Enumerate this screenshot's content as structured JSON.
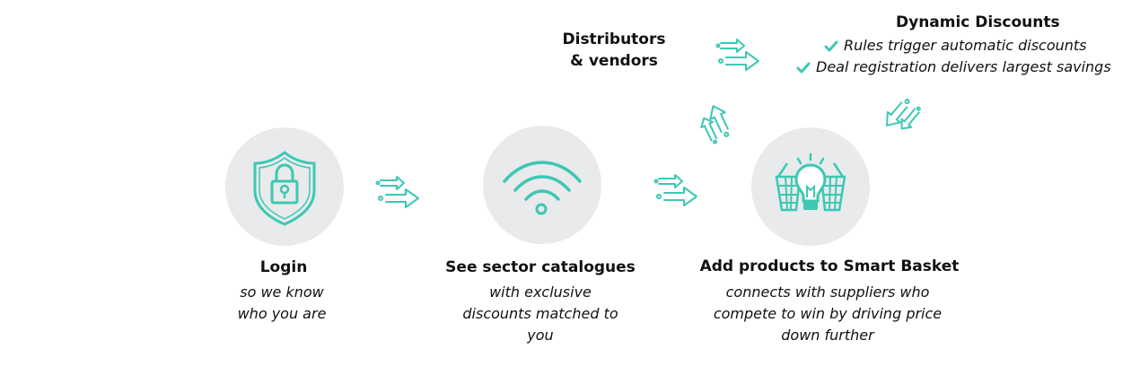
{
  "colors": {
    "accent": "#3cc8b4",
    "circle_bg": "#e9eaeb",
    "text": "#111111"
  },
  "steps": [
    {
      "icon": "shield-lock-icon",
      "title": "Login",
      "sub_lines": [
        "so we know",
        "who you are"
      ]
    },
    {
      "icon": "wifi-icon",
      "title": "See sector catalogues",
      "sub_lines": [
        "with exclusive",
        "discounts matched to",
        "you"
      ]
    },
    {
      "icon": "basket-lightbulb-icon",
      "title": "Add products to Smart Basket",
      "sub_lines": [
        "connects with suppliers who",
        "compete to win by driving price",
        "down further"
      ]
    }
  ],
  "distributors": {
    "lines": [
      "Distributors",
      "& vendors"
    ]
  },
  "dynamic_discounts": {
    "title": "Dynamic Discounts",
    "items": [
      "Rules trigger automatic discounts",
      "Deal registration delivers largest savings"
    ]
  }
}
